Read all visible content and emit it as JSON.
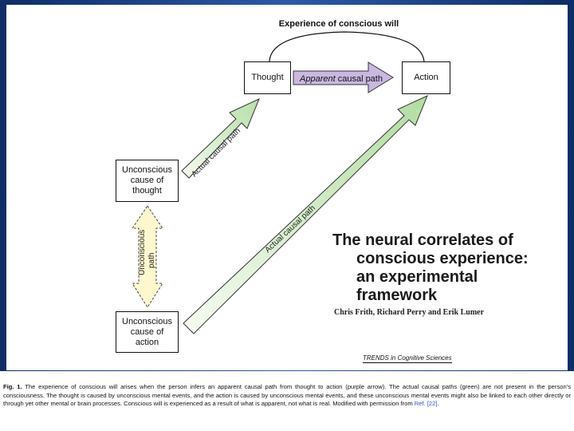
{
  "diagram": {
    "top_label": "Experience of conscious will",
    "nodes": {
      "thought": "Thought",
      "action": "Action",
      "unconscious_thought": "Unconscious\ncause of\nthought",
      "unconscious_action": "Unconscious\ncause of\naction"
    },
    "apparent_path": {
      "italic": "Apparent",
      "rest": " causal path"
    },
    "actual_path_label": "Actual causal path",
    "unconscious_path_label": "Unconscious\npath",
    "colors": {
      "apparent_arrow": "#c9b8e0",
      "actual_arrow_light": "#f4fbef",
      "actual_arrow_dark": "#b7dfa8",
      "unconscious_arrow": "#fff8cf"
    }
  },
  "article": {
    "title_lines": [
      "The neural correlates of",
      "conscious experience:",
      "an experimental",
      "framework"
    ],
    "authors": "Chris Frith, Richard Perry and Erik Lumer",
    "journal": "TRENDS in Cognitive Sciences"
  },
  "caption": {
    "fig": "Fig. 1.",
    "text": " The experience of conscious will arises when the person infers an apparent causal path from thought to action (purple arrow). The actual causal paths (green) are not present in the person's consciousness. The thought is caused by unconscious mental events, and the action is caused by unconscious mental events, and these unconscious mental events might also be linked to each other directly or through yet other mental or brain processes. Conscious will is experienced as a result of what is apparent, not what is real. Modified with permission from ",
    "ref": "Ref. [22]",
    "end": "."
  }
}
